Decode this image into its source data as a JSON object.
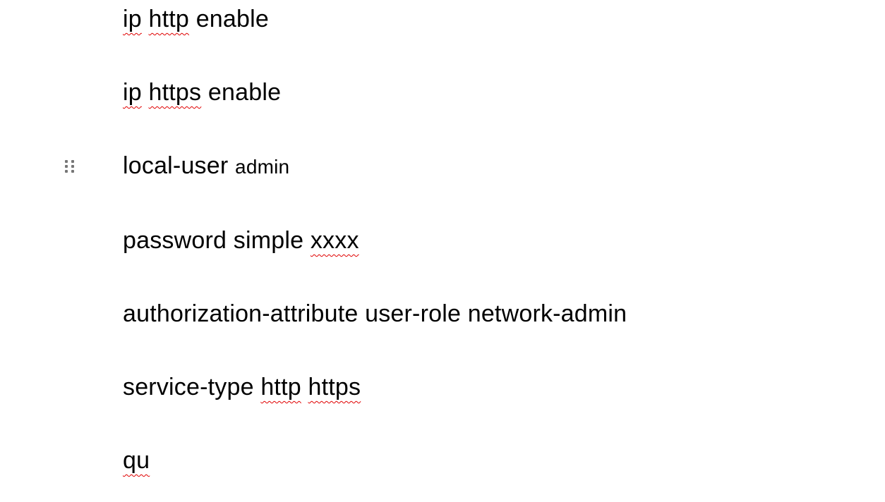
{
  "page": {
    "background_color": "#ffffff",
    "text_color": "#000000",
    "misspell_underline_color": "#e00000",
    "drag_handle_color": "#767676",
    "drag_handle_icon": "six-dots-grip-icon"
  },
  "document": {
    "kind": "word-processor-page-with-spellcheck",
    "lines": [
      {
        "name": "line-ip-http-enable",
        "segments": [
          {
            "text": "ip",
            "misspelled": true
          },
          {
            "text": " "
          },
          {
            "text": "http",
            "misspelled": true
          },
          {
            "text": " enable"
          }
        ]
      },
      {
        "name": "line-ip-https-enable",
        "segments": [
          {
            "text": "ip",
            "misspelled": true
          },
          {
            "text": " "
          },
          {
            "text": "https",
            "misspelled": true
          },
          {
            "text": " enable"
          }
        ]
      },
      {
        "name": "line-local-user-admin",
        "drag_handle": true,
        "segments": [
          {
            "text": "local-user "
          },
          {
            "text": "admin",
            "small": true
          }
        ]
      },
      {
        "name": "line-password-simple",
        "segments": [
          {
            "text": "password simple "
          },
          {
            "text": "xxxx",
            "misspelled": true
          }
        ]
      },
      {
        "name": "line-authorization-attribute",
        "segments": [
          {
            "text": "authorization-attribute user-role network-admin"
          }
        ]
      },
      {
        "name": "line-service-type",
        "segments": [
          {
            "text": "service-type "
          },
          {
            "text": "http",
            "misspelled": true
          },
          {
            "text": " "
          },
          {
            "text": "https",
            "misspelled": true
          }
        ]
      },
      {
        "name": "line-qu",
        "segments": [
          {
            "text": "qu",
            "misspelled": true
          }
        ]
      }
    ]
  }
}
